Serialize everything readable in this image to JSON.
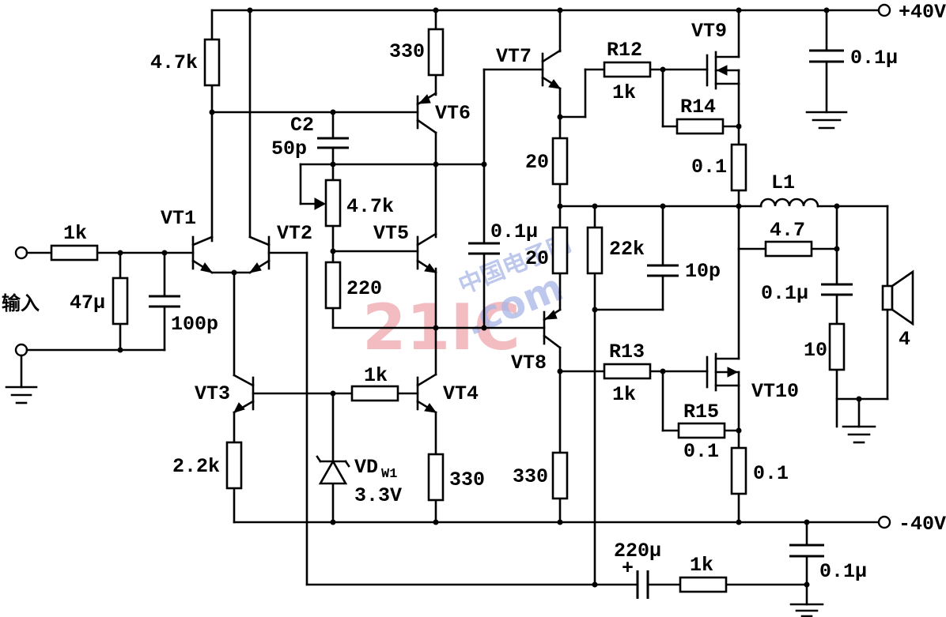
{
  "supply": {
    "positive": "+40V",
    "negative": "-40V"
  },
  "input_label": "输入",
  "transistors": {
    "vt1": "VT1",
    "vt2": "VT2",
    "vt3": "VT3",
    "vt4": "VT4",
    "vt5": "VT5",
    "vt6": "VT6",
    "vt7": "VT7",
    "vt8": "VT8",
    "vt9": "VT9",
    "vt10": "VT10"
  },
  "resistors": {
    "r_input": "1k",
    "r_input_shunt": "47μ",
    "r_vt1_load": "4.7k",
    "r_vt3_emitter": "2.2k",
    "r_vt4_base": "1k",
    "r_vt4_emitter": "330",
    "r_vt6_emitter": "330",
    "r_vbe_pot": "4.7k",
    "r_vbe_lower": "220",
    "r_vt7_emitter": "20",
    "r_vt8_emitter": "20",
    "r_vt8_collector": "330",
    "r12_name": "R12",
    "r12_value": "1k",
    "r14_name": "R14",
    "r_vt9_source": "0.1",
    "r13_name": "R13",
    "r13_value": "1k",
    "r15_name": "R15",
    "r15_value": "0.1",
    "r_vt10_source": "0.1",
    "r_feedback": "22k",
    "r_zobel_series": "4.7",
    "r_zobel_shunt": "10",
    "r_feedback_ground": "1k"
  },
  "capacitors": {
    "c_input": "100p",
    "c2_name": "C2",
    "c2_value": "50p",
    "c_driver_bypass": "0.1μ",
    "c_feedback": "10p",
    "c_pos_supply": "0.1μ",
    "c_zobel": "0.1μ",
    "c_feedback_dc": "220μ",
    "c_neg_supply": "0.1μ",
    "c_feedback_dc_polarity": "+"
  },
  "diode": {
    "name": "VD",
    "subscript": "W1",
    "value": "3.3V"
  },
  "inductor": {
    "name": "L1"
  },
  "speaker": {
    "impedance": "4"
  },
  "watermark": {
    "main": "21IC",
    "cn": "中国电子网",
    "domain": ".com"
  }
}
